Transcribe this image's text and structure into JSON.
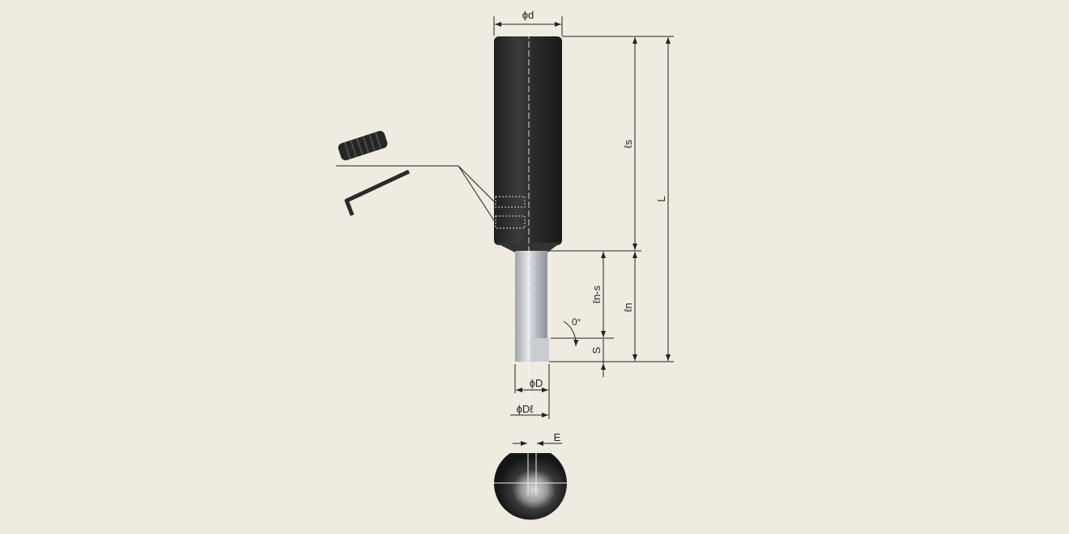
{
  "labels": {
    "shank_diameter": "ϕd",
    "shank_length": "ℓs",
    "overall_length": "L",
    "neck_minus_s": "ℓn-s",
    "neck_length": "ℓn",
    "angle": "0°",
    "s": "S",
    "cutting_diameter": "ϕD",
    "min_bore_diameter": "ϕDℓ",
    "eccentricity": "E"
  },
  "colors": {
    "background": "#efebe1",
    "body": "#2b2b2b",
    "shank": "#b8bcc2"
  }
}
